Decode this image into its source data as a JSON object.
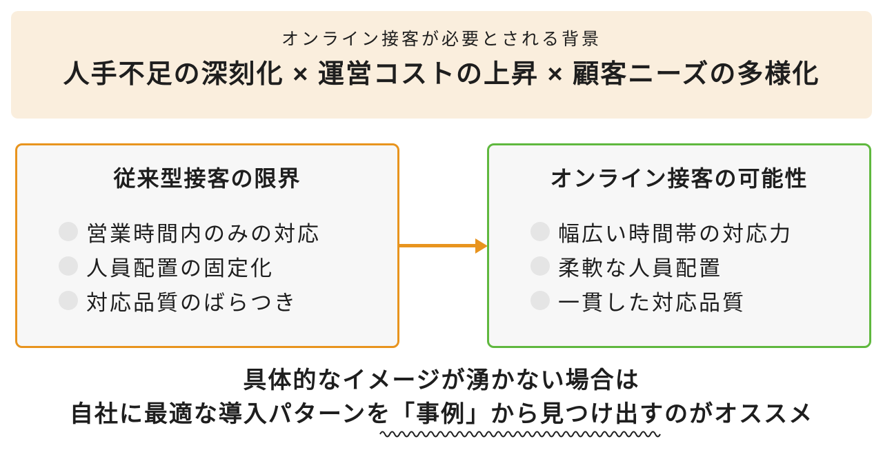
{
  "colors": {
    "accent_orange": "#E8941E",
    "accent_green": "#5FB83E",
    "banner_bg": "#FAEEDD",
    "box_bg": "#F7F7F7",
    "bullet_gray": "#E5E5E5",
    "text_dark": "#1E1E1E"
  },
  "banner": {
    "subtitle": "オンライン接客が必要とされる背景",
    "title": "人手不足の深刻化 × 運営コストの上昇 × 顧客ニーズの多様化"
  },
  "comparison": {
    "left_box": {
      "title": "従来型接客の限界",
      "items": [
        "営業時間内のみの対応",
        "人員配置の固定化",
        "対応品質のばらつき"
      ]
    },
    "right_box": {
      "title": "オンライン接客の可能性",
      "items": [
        "幅広い時間帯の対応力",
        "柔軟な人員配置",
        "一貫した対応品質"
      ]
    }
  },
  "footer": {
    "line1": "具体的なイメージが湧かない場合は",
    "line2_before": "自社に最適な導入パターンを",
    "line2_emphasis": "「事例」から見つけ出す",
    "line2_after": "のがオススメ"
  }
}
